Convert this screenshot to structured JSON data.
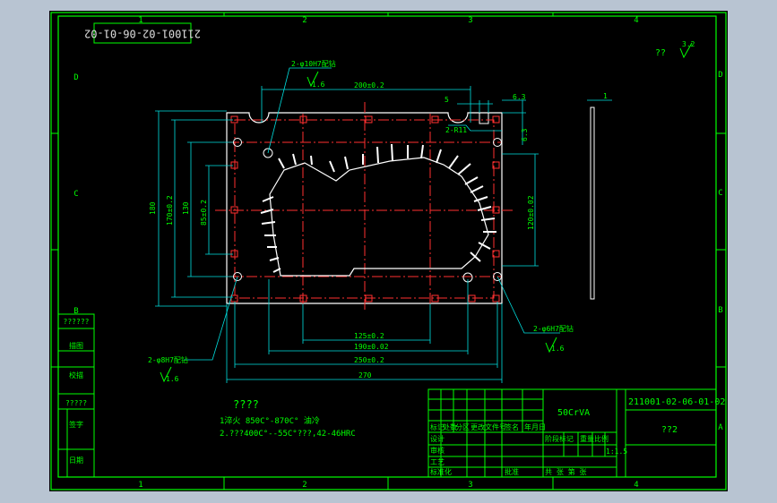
{
  "drawing_number": "211001-02-06-01-02",
  "drawing_number_rotated": "211001-02-06-01-02",
  "grid": {
    "cols": [
      "1",
      "2",
      "3",
      "4"
    ],
    "rows": [
      "D",
      "C",
      "B",
      "A"
    ]
  },
  "roughness": {
    "label": "??",
    "value": "3.2"
  },
  "dims": {
    "top_width": "200±0.2",
    "notch": "5",
    "edge_right": "6.3",
    "edge_right_v": "6.3",
    "radius": "2-R11",
    "hole_top": "2-φ10H7配钻",
    "hole_top_rough": "1.6",
    "hole_left": "2-φ8H7配钻",
    "hole_left_rough": "1.6",
    "hole_right": "2-φ6H7配钻",
    "hole_right_rough": "1.6",
    "h180": "180",
    "h170": "170±0.2",
    "h130": "130",
    "h85": "85±0.2",
    "h120": "120±0.02",
    "w125": "125±0.2",
    "w190": "190±0.02",
    "w250": "250±0.2",
    "w270": "270",
    "side_t": "1"
  },
  "notes": {
    "title": "????",
    "line1": "1淬火  850C°-870C°  油冷",
    "line2": "2.???400C°--55C°???,42-46HRC"
  },
  "title_block": {
    "material": "50CrVA",
    "part_name": "??2",
    "drawing_number": "211001-02-06-01-02",
    "ratio": "1:1.5",
    "header_labels": [
      "标记",
      "处数",
      "分区",
      "更改文件号",
      "签名",
      "年月日"
    ],
    "rows_labels": [
      "设计",
      "审核",
      "工艺",
      "标准化",
      "批准"
    ],
    "right_labels": [
      "阶段标记",
      "重量",
      "比例"
    ],
    "sheet_label": "共 张 第 张"
  },
  "left_strip": {
    "labels": [
      "??????",
      "描图",
      "校描",
      "?????",
      "签字",
      "日期"
    ]
  }
}
